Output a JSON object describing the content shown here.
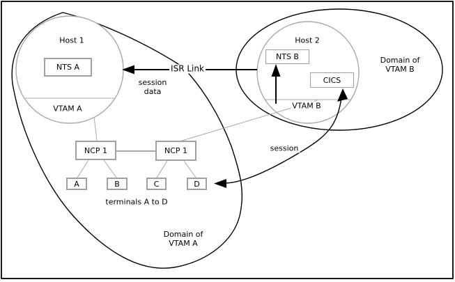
{
  "colors": {
    "background": "#ffffff",
    "domain_outline": "#000000",
    "host_outline": "#a8a8a8",
    "box_border": "#a0a0a0",
    "arrow_color": "#000000"
  },
  "domain_a": {
    "label_line1": "Domain of",
    "label_line2": "VTAM A"
  },
  "domain_b": {
    "label_line1": "Domain of",
    "label_line2": "VTAM B"
  },
  "host1": {
    "title": "Host 1",
    "nts_box": "NTS A",
    "vtam_label": "VTAM A"
  },
  "host2": {
    "title": "Host 2",
    "nts_box": "NTS B",
    "cics_box": "CICS",
    "vtam_label": "VTAM B"
  },
  "network": {
    "ncp_left": "NCP 1",
    "ncp_right": "NCP 1",
    "terminals": [
      "A",
      "B",
      "C",
      "D"
    ],
    "terminals_caption": "terminals A to D"
  },
  "links": {
    "isr_link": "ISR Link",
    "session_data_line1": "session",
    "session_data_line2": "data",
    "session": "session"
  }
}
